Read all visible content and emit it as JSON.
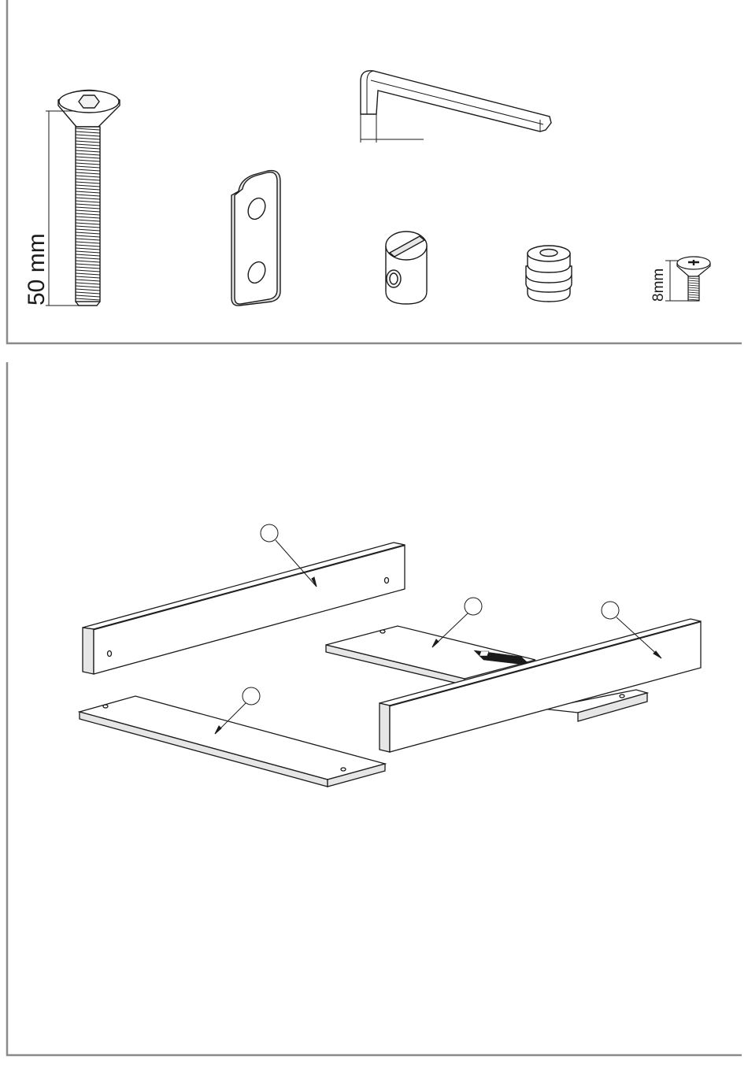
{
  "parts_panel": {
    "bolt_length_label": "50 mm",
    "small_screw_length_label": "8mm",
    "items": [
      {
        "name": "allen-bolt",
        "icon": "hex-socket-countersunk-bolt-icon"
      },
      {
        "name": "allen-key",
        "icon": "hex-key-icon"
      },
      {
        "name": "connector-plate",
        "icon": "two-hole-plate-icon"
      },
      {
        "name": "barrel-nut",
        "icon": "cross-dowel-nut-icon"
      },
      {
        "name": "plug-insert",
        "icon": "ribbed-plug-icon"
      },
      {
        "name": "phillips-screw",
        "icon": "phillips-countersunk-screw-icon"
      }
    ]
  },
  "assembly_panel": {
    "callout_labels": [
      "",
      "",
      "",
      ""
    ]
  },
  "colors": {
    "line": "#1a1a1a",
    "frame": "#8a8a8a",
    "part_fill": "#ffffff",
    "edge_fill": "#e6e6e6"
  }
}
